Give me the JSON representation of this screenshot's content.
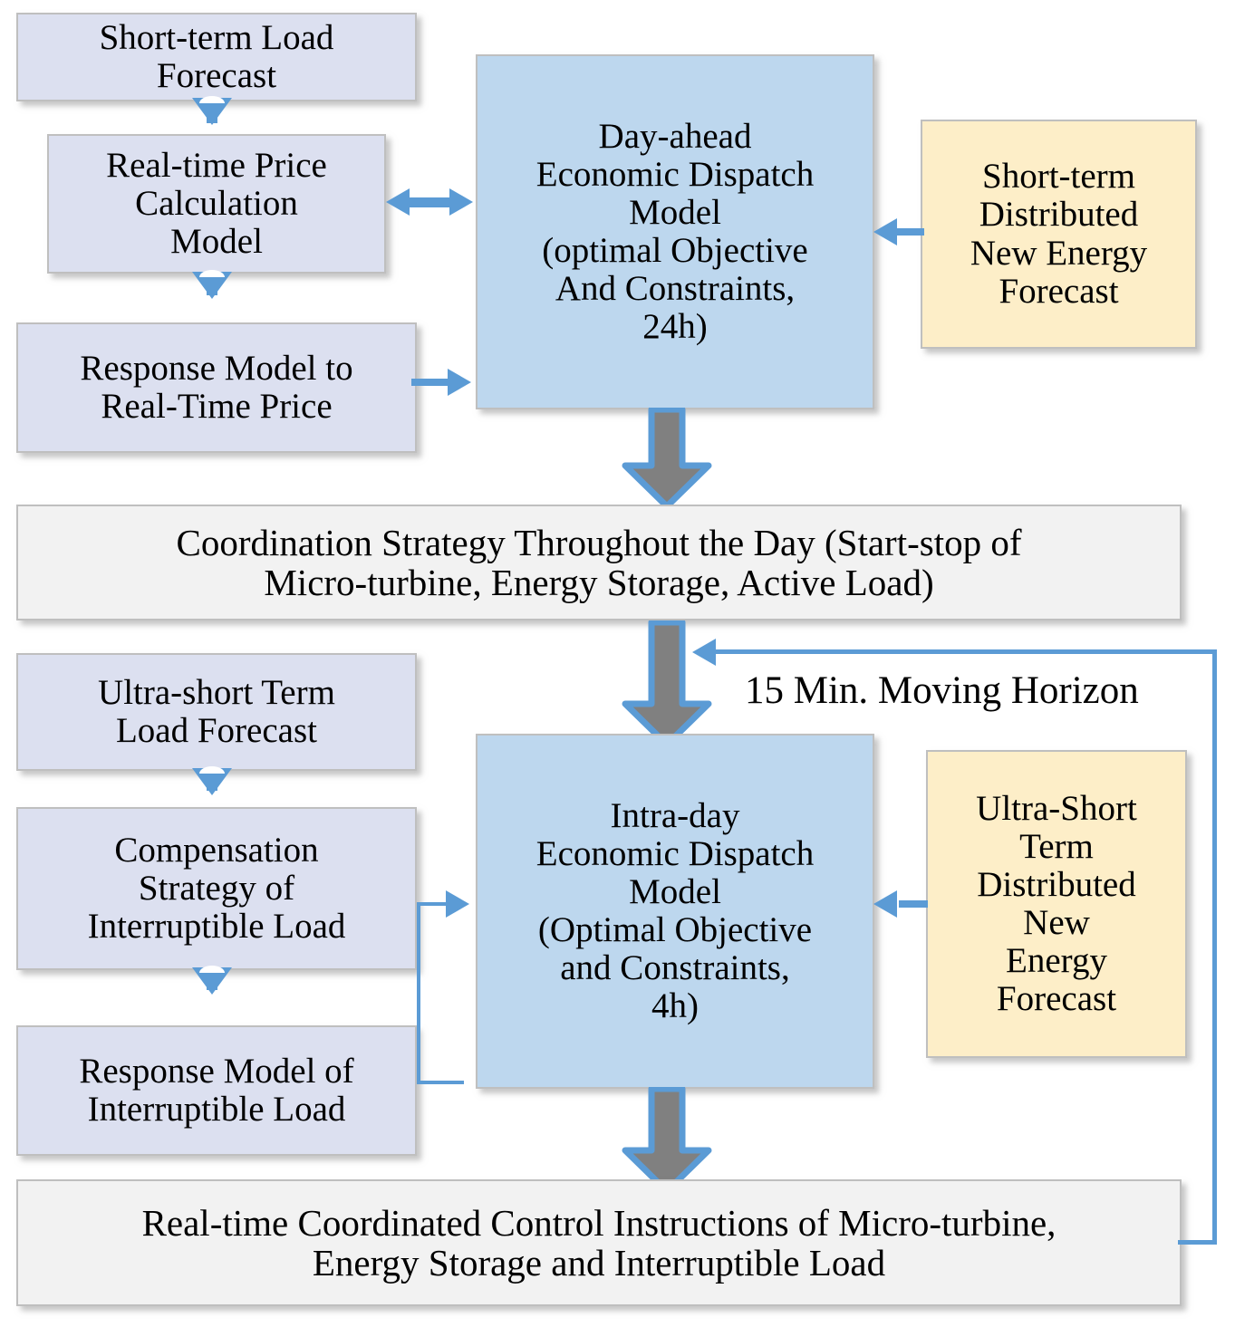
{
  "diagram": {
    "title": "Two-stage (day-ahead / intra-day) microgrid economic dispatch coordination flowchart",
    "palette": {
      "lavender": "#dce0f0",
      "blue": "#bdd7ee",
      "cream": "#fdeec8",
      "gray_bar": "#f2f2f2",
      "arrow_blue": "#5b9bd5",
      "block_arrow_gray": "#808080",
      "border_gray": "#bfbfbf"
    },
    "nodes": {
      "short_term_load_forecast": "Short-term Load\nForecast",
      "real_time_price_calculation_model": "Real-time  Price\nCalculation\nModel",
      "response_model_to_real_time_price": "Response Model to\nReal-Time Price",
      "day_ahead_economic_dispatch_model": "Day-ahead\nEconomic Dispatch\nModel\n(optimal Objective\nAnd Constraints,\n24h)",
      "short_term_distributed_new_energy_forecast": "Short-term\nDistributed\nNew Energy\nForecast",
      "coordination_strategy_bar": "Coordination Strategy Throughout the Day (Start-stop of\nMicro-turbine, Energy Storage, Active Load)",
      "ultra_short_term_load_forecast": "Ultra-short Term\nLoad Forecast",
      "compensation_strategy_of_interruptible_load": "Compensation\nStrategy of\nInterruptible Load",
      "response_model_of_interruptible_load": "Response Model of\nInterruptible Load",
      "intra_day_economic_dispatch_model": "Intra-day\nEconomic Dispatch\nModel\n(Optimal Objective\nand Constraints,\n4h)",
      "ultra_short_term_distributed_new_energy_forecast": "Ultra-Short\nTerm\nDistributed\nNew\nEnergy\nForecast",
      "real_time_control_instructions_bar": "Real-time Coordinated Control Instructions of Micro-turbine,\nEnergy Storage and Interruptible Load"
    },
    "labels": {
      "moving_horizon": "15 Min. Moving Horizon"
    }
  }
}
